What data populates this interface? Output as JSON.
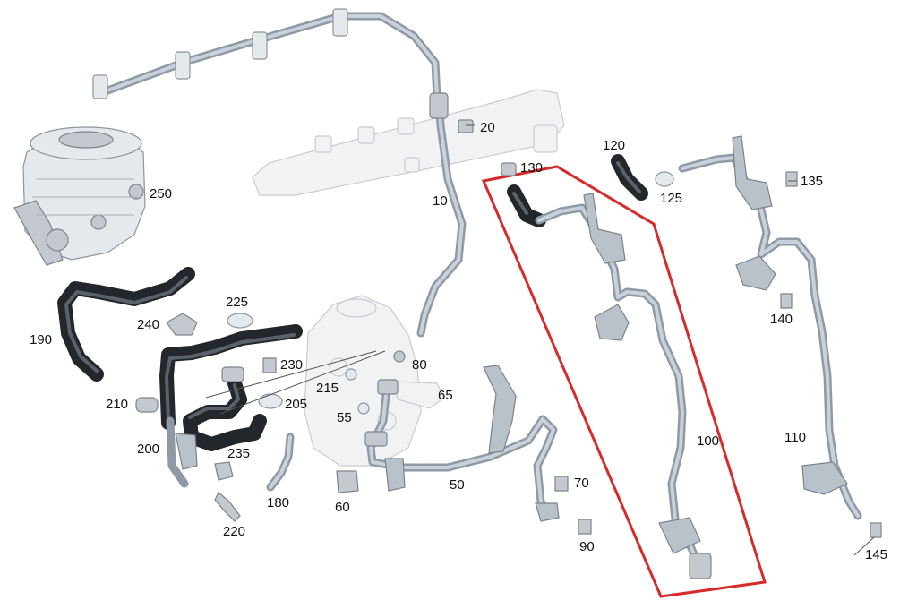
{
  "labels": {
    "l10": "10",
    "l20": "20",
    "l50": "50",
    "l55": "55",
    "l60": "60",
    "l65": "65",
    "l70": "70",
    "l80": "80",
    "l90": "90",
    "l100": "100",
    "l110": "110",
    "l120": "120",
    "l125": "125",
    "l130": "130",
    "l135": "135",
    "l140": "140",
    "l145": "145",
    "l180": "180",
    "l190": "190",
    "l200": "200",
    "l205": "205",
    "l210": "210",
    "l215": "215",
    "l220": "220",
    "l225": "225",
    "l230": "230",
    "l235": "235",
    "l240": "240",
    "l250": "250"
  },
  "highlight": {
    "color": "#d62b2b"
  },
  "colors": {
    "hose": "#23272b",
    "pipe": "#8f9aa6",
    "part": "#e6e9ec"
  }
}
